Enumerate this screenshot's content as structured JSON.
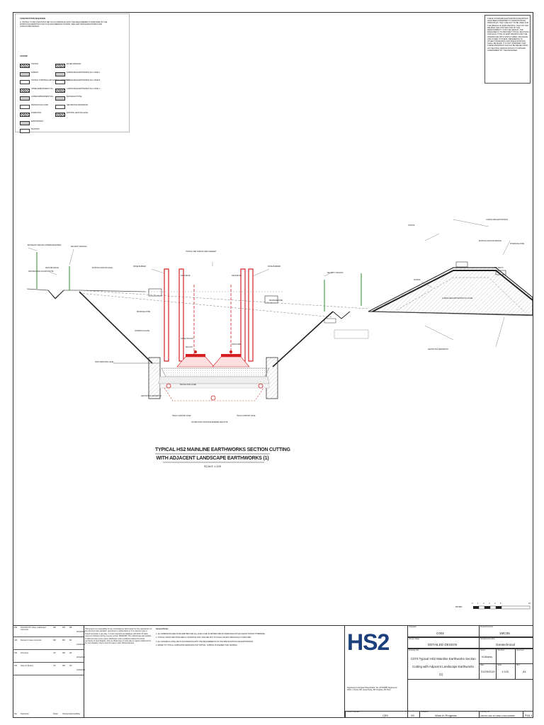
{
  "construction_sequence": {
    "title": "CONSTRUCTION SEQUENCE",
    "text": "A. INSTALL TO BE CONSTRUCTED IN ACCORDANCE WITH THE REQUIREMENTS SPECIFIED IN THE WORKS INFORMATION FOR CIVIL ENGINEERING WORKS. SEE GDD 0003 EARTHWORKS AND ASSOCIATED DESIGN."
  },
  "legend": {
    "title": "LEGEND",
    "left": [
      "TOPSOIL",
      "SUBSOIL",
      "TOPSOIL STRIPPING AND SUBSOIL STRIPPING",
      "UPPER EMBANKMENT FILL",
      "LOWER EMBANKMENT FILL",
      "PROTECTION LAYER",
      "FORMATION",
      "EARTHWORKS",
      "MASONRY"
    ],
    "right": [
      "FILTER MATERIAL",
      "LANDSCAPE EARTHWORKS FILL ZONE A",
      "LANDSCAPE EARTHWORKS FILL ZONE B",
      "LANDSCAPE EARTHWORKS FILL ZONE C",
      "DRAINAGE STONE",
      "GEOTEXTILE SEPARATOR",
      "EXISTING GROUND LEVEL"
    ]
  },
  "top_note": "THESE STANDARD EARTHWORKS DRAWINGS HAVE BEEN PREPARED TO DEMONSTRATE PRINCIPLES. THEY ARE NOT TO BE USED FOR THE DESIGN OF EARTHWORKS. THEY DO NOT RELIEVE THE CONTRACTOR OF THE RESPONSIBILITY FOR THE DESIGN. THE DESIGNER IS TO PROVIDE TYPICAL SECTIONS FOR EACH TYPE OF EARTHWORKS AND THE INTERFACES WITH STRUCTURES, DRAINAGE AND OTHER SYSTEMS. REFERENCE TO OTHER STANDARDS AND SPECIFICATIONS SHALL BE MADE. IT IS NOT INTENDED THAT THESE DRAWINGS SHOULD BE RELIED UPON AS THE FINAL DESIGN WITHOUT FURTHER ASSESSMENT BY THE DESIGNER.",
  "drawing": {
    "title_line1": "TYPICAL HS2 MAINLINE EARTHWORKS SECTION CUTTING",
    "title_line2": "WITH ADJACENT LANDSCAPE EARTHWORKS (1)",
    "scale": "SCALE 1:100",
    "labels": {
      "boundary_fencing": "BOUNDARY FENCING (WHERE REQUIRED)",
      "security_fencing": "SECURITY FENCING",
      "maintenance_access": "MAINTENANCE ACCESS ROUTE",
      "cess_drainage": "CESS DRAINAGE",
      "existing_ground": "EXISTING GROUND LEVEL",
      "noise_barrier": "NOISE BARRIER",
      "topsoil_subsoil": "TOPSOIL AND SUBSOIL REPLACEMENT",
      "cess_edge": "CESS EDGE",
      "drainage_zone": "DRAINAGE ZONE",
      "formation_level": "FORMATION LEVEL",
      "cable_trough": "CABLE TROUGH",
      "ballast": "BALLAST",
      "track_bed": "TRACK BED",
      "subformation": "SUB FORMATION LEVEL",
      "protection_layer": "PROTECTION LAYER",
      "geotextile": "GEOTEXTILE SEPARATOR",
      "track_support": "TRACK SUPPORT ZONE",
      "foundation": "FOUNDATION FOR NOISE BARRIER SEE NOTE",
      "landscape_earthworks": "LANDSCAPE EARTHWORKS",
      "landscape_fill": "LANDSCAPE EARTHWORKS FILL ZONE",
      "topsoil_slope": "TOPSOIL",
      "existing_profile": "EXISTING GROUND PROFILE",
      "interface_zone": "INTERFACE ZONE",
      "minimum_width": "MIN WIDTH",
      "subsoil_slope": "SUBSOIL"
    }
  },
  "scale_bar": {
    "ticks": [
      "0",
      "1",
      "2",
      "3",
      "4",
      "5",
      "10"
    ],
    "unit": "METRES"
  },
  "revisions": {
    "rows": [
      {
        "rev": "P04",
        "desc": "Post IDR 3 P.1 Issue 1 addressed comments",
        "by": "NM",
        "chk": "DM",
        "app": "RB",
        "date": "29/11/2021"
      },
      {
        "rev": "C03",
        "desc": "Revised to Issue comments",
        "by": "NM",
        "chk": "MD",
        "app": "MJ",
        "date": "21/03/2021"
      },
      {
        "rev": "P02",
        "desc": "First Issue",
        "by": "JW",
        "chk": "NM",
        "app": "AD",
        "date": "29/11/2020"
      },
      {
        "rev": "P01",
        "desc": "Issue for Review",
        "by": "JW",
        "chk": "NM",
        "app": "AD",
        "date": "21/09/2020"
      }
    ],
    "headers": [
      "Rev",
      "Description",
      "Drawn",
      "Checked",
      "Approved",
      "Date"
    ]
  },
  "copyright_text": "HS2 accepts no responsibility for any circumstances which arise from the reproduction of this document after alteration, amendment or abbreviation or if it is issued in part or issued incomplete in any way. © Crown copyright and database right 2019. All rights reserved. Ordnance Survey Licence number 100049190. This material was last updated in 2019 and may not be copied, distributed, sold or published without the formal permission of Land Registry. Only an official copy of a title plan or register obtained from the Land Registry may be used for legal or other official purposes.",
  "general_notes": {
    "title": "General Notes",
    "items": [
      "ALL DIMENSIONS ARE IN MILLIMETRES AND ALL LEVELS ARE IN METRES ABOVE ORDNANCE DATUM UNLESS STATED OTHERWISE.",
      "TYPICAL CROSS SECTIONS ARE ILLUSTRATIVE ONLY AND ARE NOT TO SCALE UNLESS SPECIFICALLY INDICATED.",
      "ALL MATERIALS SHALL BE IN ACCORDANCE WITH THE REQUIREMENTS OF THE SPECIFICATION FOR EARTHWORKS.",
      "REFER TO TYPICAL LANDSCAPE DRAWINGS FOR TOPSOIL, SUBSOIL PLACEMENT AND GRADING."
    ]
  },
  "title_block": {
    "logo": "HS2",
    "address": "Registered in England Registration No. 06791686 Registered office: 2 Snow Hill, Queensway, Birmingham, B4 6GA",
    "originator_label": "Originator",
    "originator": "C002",
    "project_label": "Project/Contract",
    "project": "1MC06",
    "design_stage_label": "Design Stage",
    "design_stage": "DETAILED DESIGN",
    "discipline_label": "Discipline/Function",
    "discipline": "Geotechnical",
    "drawing_title_label": "Drawing Title",
    "drawing_title_1": "C073 Typical HS2 Mainline Earthworks Section",
    "drawing_title_2": "Cutting with Adjacent Landscape Earthworks",
    "drawing_title_3": "(1)",
    "drawn_label": "Drawn",
    "drawn": "N.Marks",
    "checked_label": "Checked",
    "approved_label": "Approved",
    "date_label": "Date",
    "date": "21/09/2021",
    "scale_label": "Scale",
    "scale": "1:100",
    "size_label": "Size",
    "size": "A1",
    "owner_label": "Owner/Originator",
    "owner": "CEK",
    "status_label": "Design Status",
    "status": "S0",
    "suitability_label": "Suitability",
    "suitability": "Work in Progress",
    "drawing_no_label": "Drawing No.",
    "drawing_no": "1MC06-CEK-GT-DDE-CS00-000080",
    "rev_label": "Revision",
    "rev": "P04.1"
  }
}
